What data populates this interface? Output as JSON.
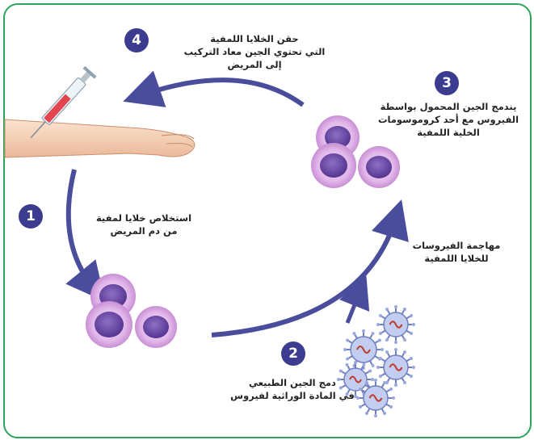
{
  "steps": [
    {
      "number": "1",
      "lines": [
        "استخلاص خلايا لمفية",
        "من دم المريض"
      ]
    },
    {
      "number": "2",
      "lines": [
        "دمج الجين الطبيعي",
        "في المادة الوراثية لفيروس"
      ]
    },
    {
      "number": "3",
      "lines": [
        "يندمج الجين المحمول بواسطة",
        "الفيروس مع أحد كروموسومات",
        "الخلية اللمفية"
      ]
    },
    {
      "number": "4",
      "lines": [
        "حقن الخلايا اللمفية",
        "التي تحتوي الجين معاد التركيب",
        "إلى المريض"
      ]
    }
  ],
  "virus_attack": {
    "lines": [
      "مهاجمة الفيروسات",
      "للخلايا اللمفية"
    ]
  },
  "colors": {
    "arrow": "#4a4d9c",
    "badge": "#3b3b8f",
    "frame": "#2aa55a",
    "cell_outer": "#d9a9e3",
    "cell_nucleus": "#6c4aa8",
    "virus": "#7f8fc9"
  }
}
